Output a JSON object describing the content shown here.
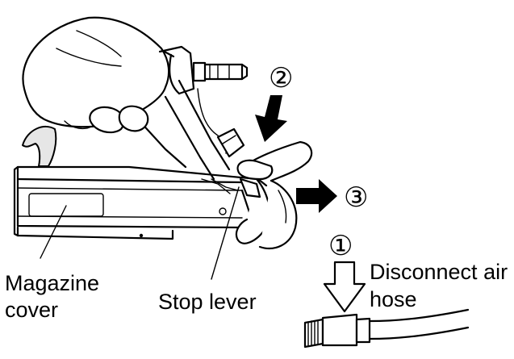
{
  "labels": {
    "magazine_cover_line1": "Magazine",
    "magazine_cover_line2": "cover",
    "stop_lever": "Stop lever",
    "disconnect_line1": "Disconnect air",
    "disconnect_line2": "hose"
  },
  "steps": {
    "step1": "①",
    "step2": "②",
    "step3": "③"
  }
}
